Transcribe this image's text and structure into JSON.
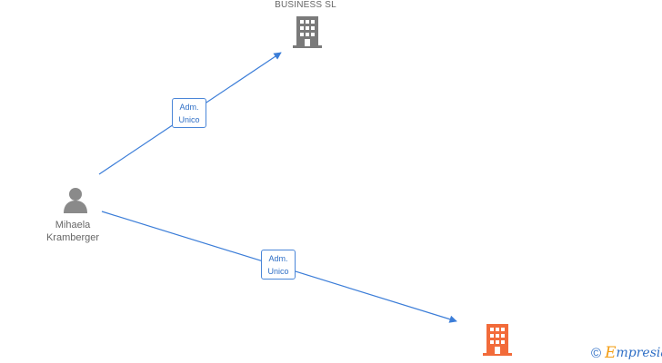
{
  "nodes": {
    "company_top": {
      "label": "BUSINESS  SL",
      "color": "#7a7a7a"
    },
    "person": {
      "label_line1": "Mihaela",
      "label_line2": "Kramberger",
      "color": "#8a8a8a"
    },
    "company_bottom": {
      "label": "",
      "color": "#f26b3a"
    }
  },
  "edges": [
    {
      "from": "person",
      "to": "company_top",
      "label_line1": "Adm.",
      "label_line2": "Unico",
      "color": "#3b7dd8"
    },
    {
      "from": "person",
      "to": "company_bottom",
      "label_line1": "Adm.",
      "label_line2": "Unico",
      "color": "#3b7dd8"
    }
  ],
  "watermark": {
    "copyright": "©",
    "brand_first": "E",
    "brand_rest": "mpresia"
  }
}
